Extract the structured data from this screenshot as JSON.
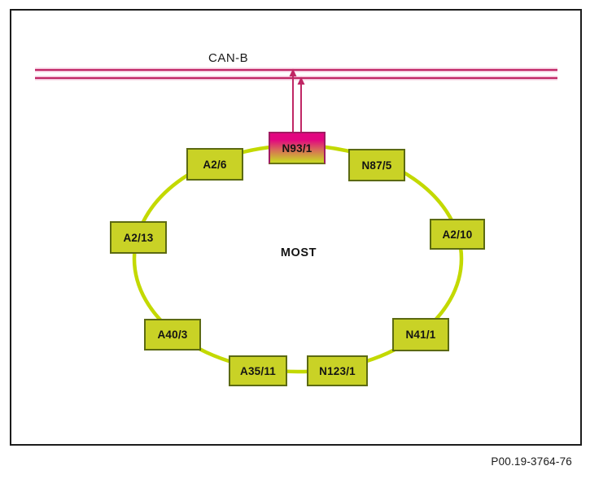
{
  "caption": "P00.19-3764-76",
  "bus": {
    "label": "CAN-B",
    "color": "#c02765",
    "gateway_node": "N93/1"
  },
  "ring": {
    "label": "MOST",
    "ring_color": "#c3d900",
    "node_fill_color": "#c9d226",
    "gateway_top_color": "#e20580",
    "nodes": [
      {
        "label": "N93/1"
      },
      {
        "label": "N87/5"
      },
      {
        "label": "A2/10"
      },
      {
        "label": "N41/1"
      },
      {
        "label": "N123/1"
      },
      {
        "label": "A35/11"
      },
      {
        "label": "A40/3"
      },
      {
        "label": "A2/13"
      },
      {
        "label": "A2/6"
      }
    ]
  }
}
